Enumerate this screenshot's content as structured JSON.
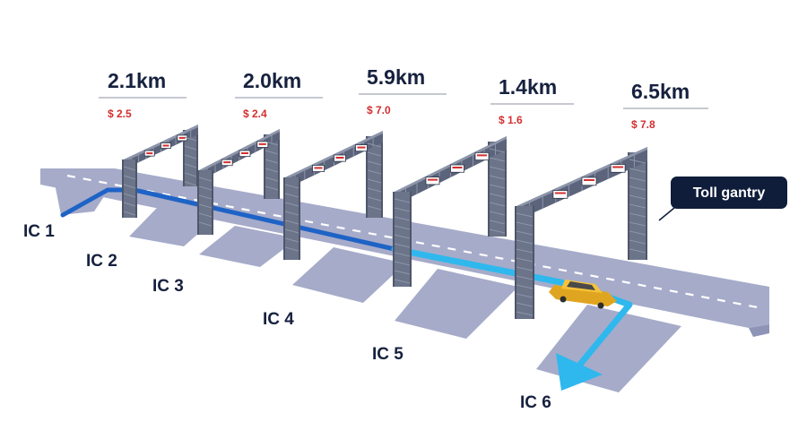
{
  "segments": [
    {
      "distance": "2.1km",
      "price": "$ 2.5"
    },
    {
      "distance": "2.0km",
      "price": "$ 2.4"
    },
    {
      "distance": "5.9km",
      "price": "$ 7.0"
    },
    {
      "distance": "1.4km",
      "price": "$ 1.6"
    },
    {
      "distance": "6.5km",
      "price": "$ 7.8"
    }
  ],
  "interchanges": [
    "IC 1",
    "IC 2",
    "IC 3",
    "IC 4",
    "IC 5",
    "IC 6"
  ],
  "callout": {
    "label": "Toll gantry"
  },
  "colors": {
    "road": "#a6abc9",
    "road_shadow": "#8e94b6",
    "lane_marking": "#ffffff",
    "gantry": "#6b7488",
    "gantry_dark": "#4e566a",
    "route_dark": "#1e63c6",
    "route_light": "#2fb8ee",
    "text_dark": "#16213e",
    "price": "#d32f2f",
    "callout_bg": "#0f1d3a",
    "car": "#f6c338"
  }
}
